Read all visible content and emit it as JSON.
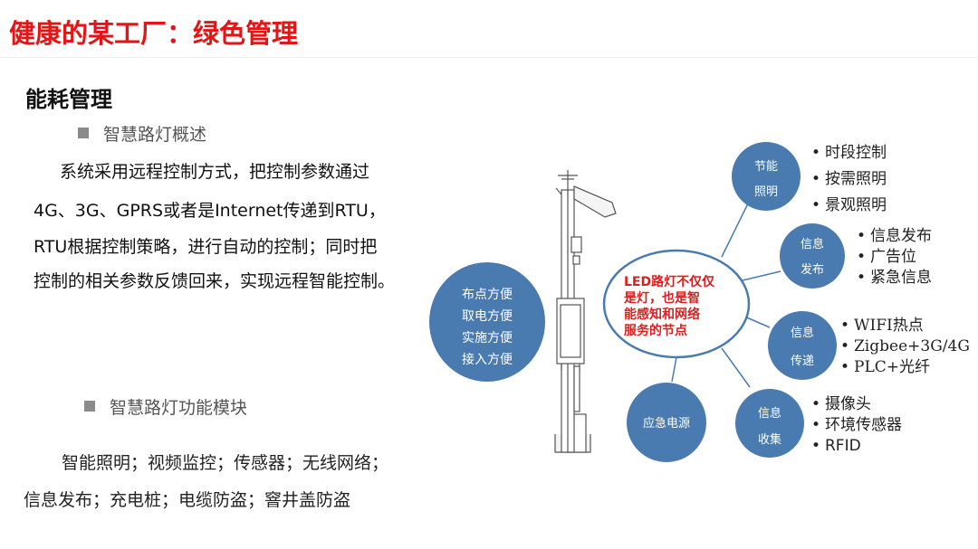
{
  "title": "健康的某工厂：绿色管理",
  "heading": "能耗管理",
  "section1": {
    "subheading": "智慧路灯概述",
    "lines": [
      "系统采用远程控制方式，把控制参数通过",
      "4G、3G、GPRS或者是Internet传递到RTU，",
      "RTU根据控制策略，进行自动的控制；同时把",
      "控制的相关参数反馈回来，实现远程智能控制。"
    ]
  },
  "section2": {
    "subheading": "智慧路灯功能模块",
    "lines": [
      "智能照明；视频监控；传感器；无线网络；",
      "信息发布；充电桩；电缆防盗；窨井盖防盗"
    ]
  },
  "diagram": {
    "colors": {
      "node": "#4a7bb0",
      "center_text": "#d92020",
      "stroke": "#4a7bb0"
    },
    "pole_circle": [
      "布点方便",
      "取电方便",
      "实施方便",
      "接入方便"
    ],
    "center": [
      "LED路灯不仅仅",
      "是灯，也是智",
      "能感知和网络",
      "服务的节点"
    ],
    "nodes": {
      "lighting": [
        "节能",
        "照明"
      ],
      "publish": [
        "信息",
        "发布"
      ],
      "transfer": [
        "信息",
        "传递"
      ],
      "collect": [
        "信息",
        "收集"
      ],
      "emergency": [
        "应急电源"
      ]
    },
    "bullets": {
      "lighting": [
        "时段控制",
        "按需照明",
        "景观照明"
      ],
      "publish": [
        "信息发布",
        "广告位",
        "紧急信息"
      ],
      "transfer": [
        "WIFI热点",
        "Zigbee+3G/4G",
        "PLC+光纤"
      ],
      "collect": [
        "摄像头",
        "环境传感器",
        "RFID"
      ]
    }
  }
}
